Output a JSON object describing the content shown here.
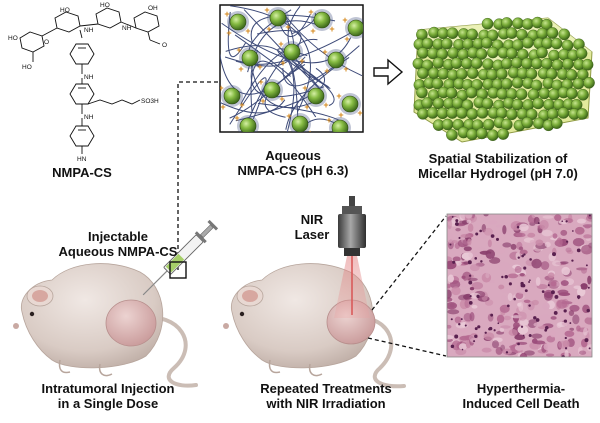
{
  "labels": {
    "polymer_name": "NMPA-CS",
    "aqueous_line1": "Aqueous",
    "aqueous_line2": "NMPA-CS (pH 6.3)",
    "hydrogel_line1": "Spatial Stabilization of",
    "hydrogel_line2": "Micellar Hydrogel (pH 7.0)",
    "injectable_line1": "Injectable",
    "injectable_line2": "Aqueous NMPA-CS",
    "laser_line1": "NIR",
    "laser_line2": "Laser",
    "step1_line1": "Intratumoral Injection",
    "step1_line2": "in a Single Dose",
    "step2_line1": "Repeated Treatments",
    "step2_line2": "with NIR Irradiation",
    "step3_line1": "Hyperthermia-",
    "step3_line2": "Induced Cell Death"
  },
  "structure_text": {
    "ho": "HO",
    "oh": "OH",
    "nh": "NH",
    "o": "O",
    "so3h": "SO3H",
    "h": "H",
    "hn": "HN"
  },
  "colors": {
    "micelle_green": "#7fb53c",
    "micelle_dark": "#3f6b1c",
    "charge_orange": "#e08a1e",
    "gel_yellow": "#e4ec9a",
    "mouse_skin": "#ddd0c9",
    "tumor": "#d7b0b0",
    "laser_beam": "#e39a9a",
    "tissue_pink": "#c88aa6",
    "tissue_dark": "#7a3c66"
  }
}
